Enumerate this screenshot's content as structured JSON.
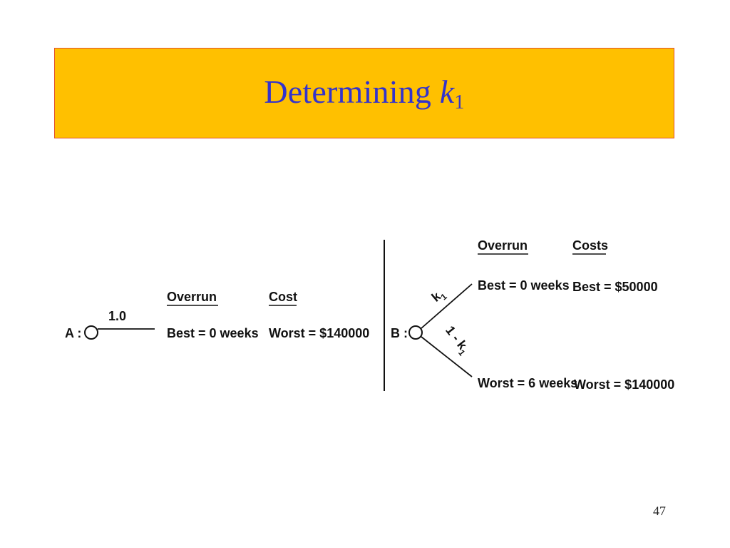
{
  "slide": {
    "title_main": "Determining ",
    "title_var": "k",
    "title_sub": "1",
    "page_number": "47"
  },
  "diagram": {
    "left": {
      "node_label": "A :",
      "branch_prob": "1.0",
      "overrun_header": "Overrun",
      "cost_header": "Cost",
      "overrun_value": "Best = 0 weeks",
      "cost_value": "Worst = $140000"
    },
    "right": {
      "node_label": "B :",
      "overrun_header": "Overrun",
      "cost_header": "Costs",
      "upper_prob": "k",
      "upper_prob_sub": "1",
      "lower_prob": "1 - k",
      "lower_prob_sub": "1",
      "upper_overrun": "Best = 0 weeks",
      "upper_cost": "Best = $50000",
      "lower_overrun": "Worst = 6 weeks",
      "lower_cost": "Worst = $140000"
    }
  }
}
